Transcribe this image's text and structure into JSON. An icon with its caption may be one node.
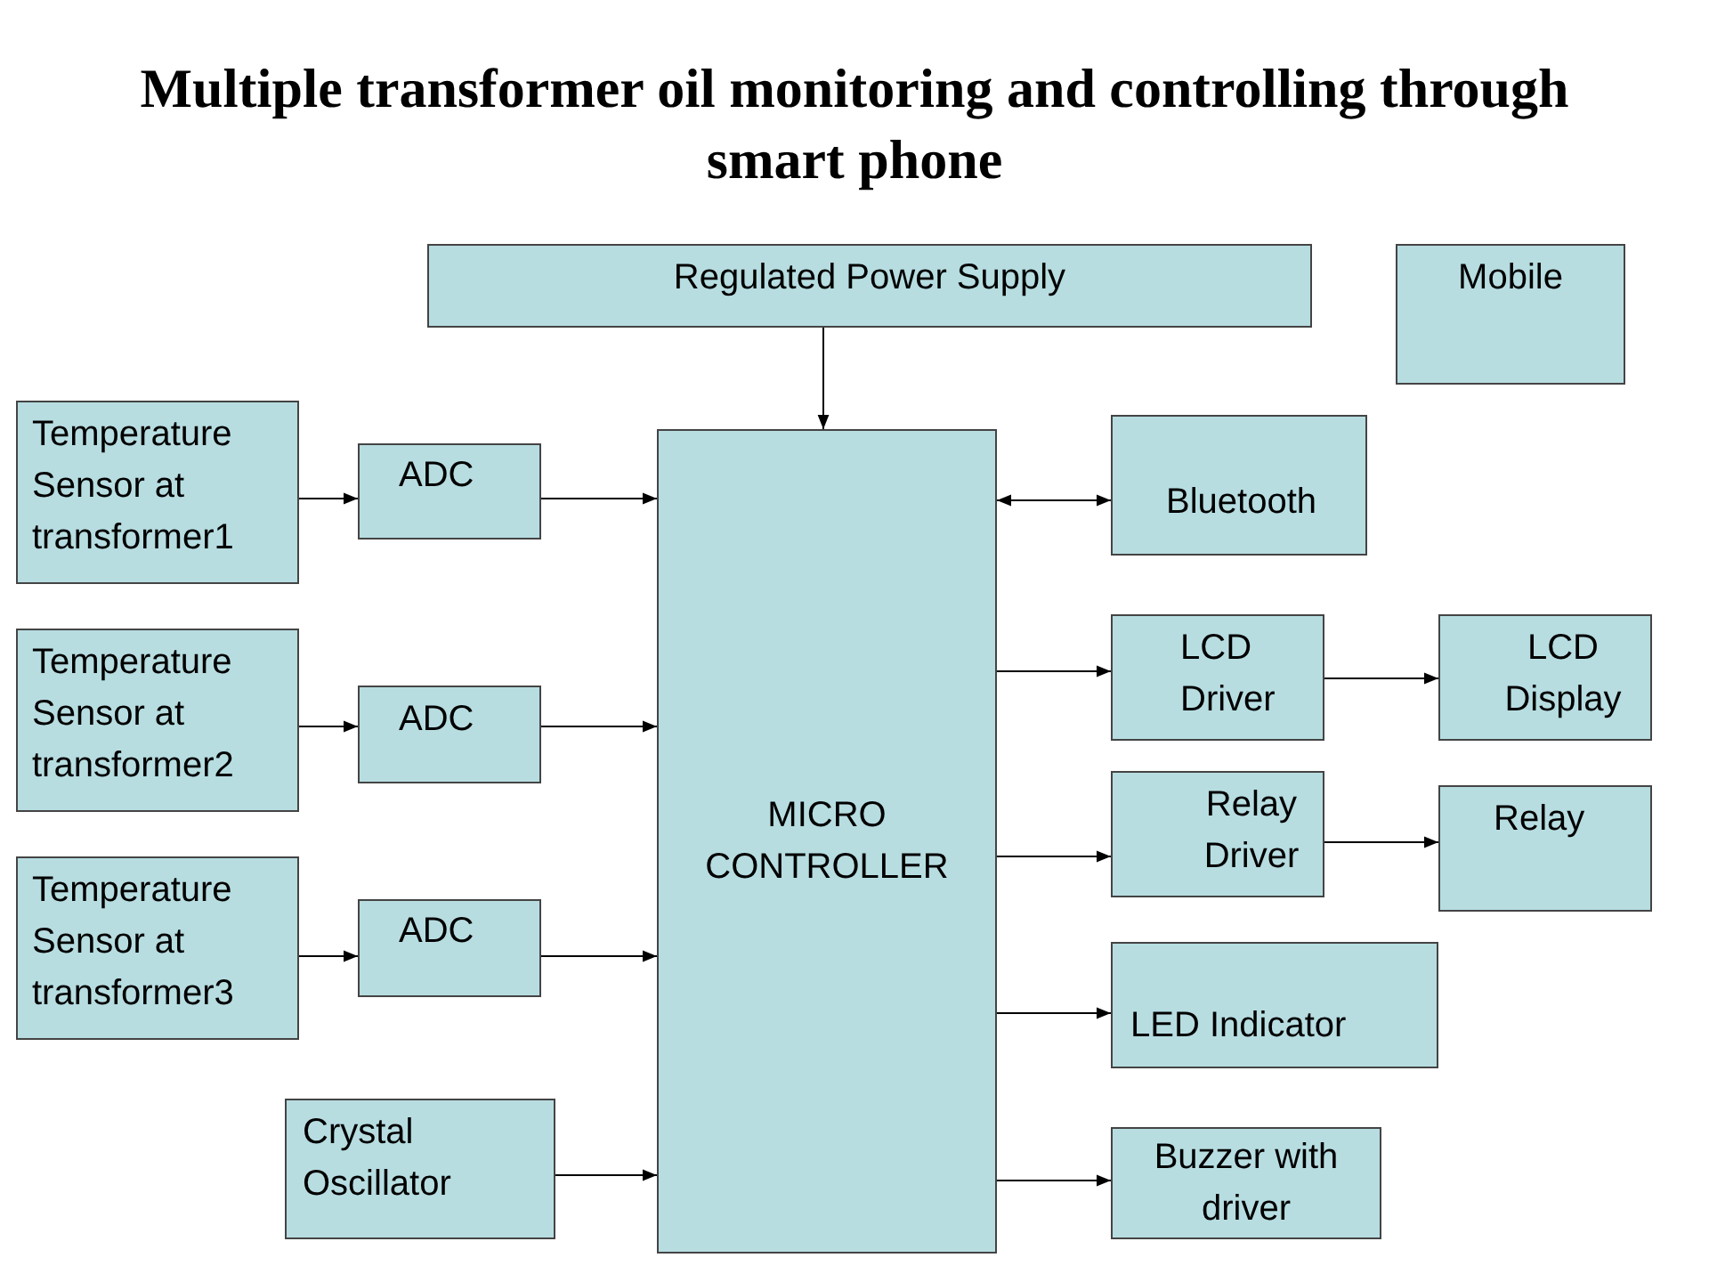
{
  "diagram": {
    "title": "Multiple transformer oil monitoring and controlling through smart phone",
    "nodes": [
      {
        "text": [
          "Regulated Power Supply"
        ]
      },
      {
        "text": [
          "Mobile"
        ]
      },
      {
        "text": [
          "Temperature Sensor at transformer1"
        ]
      },
      {
        "text": [
          "ADC"
        ]
      },
      {
        "text": [
          "MICRO CONTROLLER"
        ]
      },
      {
        "text": [
          "Bluetooth"
        ]
      },
      {
        "text": [
          "Temperature Sensor at transformer2"
        ]
      },
      {
        "text": [
          "ADC"
        ]
      },
      {
        "text": [
          "LCD Driver"
        ]
      },
      {
        "text": [
          "LCD Display"
        ]
      },
      {
        "text": [
          "Relay Driver"
        ]
      },
      {
        "text": [
          "Relay"
        ]
      },
      {
        "text": [
          "Temperature Sensor at transformer3"
        ]
      },
      {
        "text": [
          "ADC"
        ]
      },
      {
        "text": [
          "LED Indicator"
        ]
      },
      {
        "text": [
          "Crystal Oscillator"
        ]
      },
      {
        "text": [
          "Buzzer with driver"
        ]
      }
    ],
    "edges": [
      {
        "from": 0,
        "to": 4,
        "arrow": "to"
      },
      {
        "from": 2,
        "to": 3,
        "arrow": "to"
      },
      {
        "from": 3,
        "to": 4,
        "arrow": "to"
      },
      {
        "from": 4,
        "to": 5,
        "arrow": "both"
      },
      {
        "from": 6,
        "to": 7,
        "arrow": "to"
      },
      {
        "from": 7,
        "to": 4,
        "arrow": "to"
      },
      {
        "from": 4,
        "to": 8,
        "arrow": "to"
      },
      {
        "from": 8,
        "to": 9,
        "arrow": "to"
      },
      {
        "from": 4,
        "to": 10,
        "arrow": "to"
      },
      {
        "from": 10,
        "to": 11,
        "arrow": "to"
      },
      {
        "from": 12,
        "to": 13,
        "arrow": "to"
      },
      {
        "from": 13,
        "to": 4,
        "arrow": "to"
      },
      {
        "from": 4,
        "to": 14,
        "arrow": "to"
      },
      {
        "from": 15,
        "to": 4,
        "arrow": "to"
      },
      {
        "from": 4,
        "to": 16,
        "arrow": "to"
      }
    ]
  }
}
